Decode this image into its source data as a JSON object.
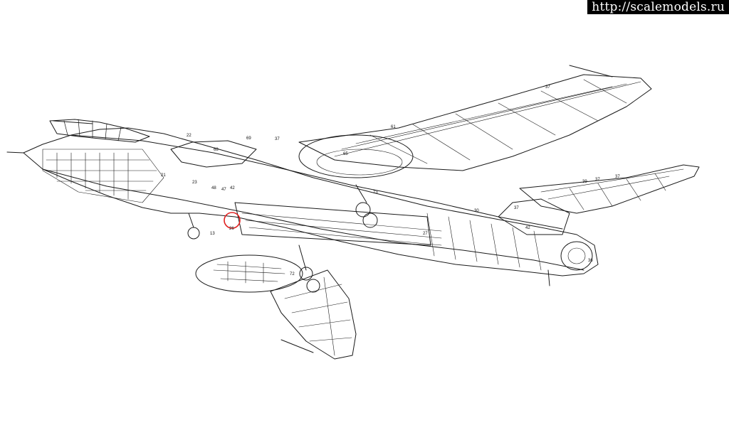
{
  "watermark": {
    "text": "http://scalemodels.ru"
  },
  "highlight": {
    "color": "#e02020"
  },
  "callouts": [
    {
      "id": "c22",
      "label": "22"
    },
    {
      "id": "c69",
      "label": "69"
    },
    {
      "id": "c37a",
      "label": "37"
    },
    {
      "id": "c61",
      "label": "61"
    },
    {
      "id": "c37b",
      "label": "37"
    },
    {
      "id": "c68",
      "label": "68"
    },
    {
      "id": "c65",
      "label": "65"
    },
    {
      "id": "c21",
      "label": "21"
    },
    {
      "id": "c23",
      "label": "23"
    },
    {
      "id": "c48",
      "label": "48"
    },
    {
      "id": "c47",
      "label": "47"
    },
    {
      "id": "c42",
      "label": "42"
    },
    {
      "id": "c73",
      "label": "73"
    },
    {
      "id": "c30",
      "label": "30"
    },
    {
      "id": "c27",
      "label": "27"
    },
    {
      "id": "c39",
      "label": "39"
    },
    {
      "id": "c37c",
      "label": "37"
    },
    {
      "id": "c37d",
      "label": "37"
    },
    {
      "id": "c37e",
      "label": "37"
    },
    {
      "id": "c42b",
      "label": "42"
    },
    {
      "id": "c36",
      "label": "36"
    },
    {
      "id": "c72",
      "label": "72"
    },
    {
      "id": "c13",
      "label": "13"
    },
    {
      "id": "c26",
      "label": "26"
    }
  ]
}
